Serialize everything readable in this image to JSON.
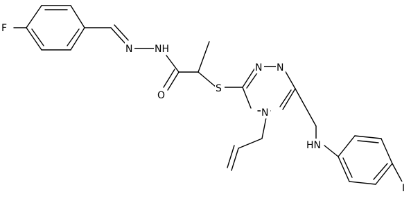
{
  "molecule": {
    "atom_labels": {
      "fluorine": "F",
      "imine_n": "N",
      "hydrazide_nh": "NH",
      "carbonyl_o": "O",
      "thioether_s": "S",
      "triazole_n1": "N",
      "triazole_n2": "N",
      "triazole_n4": "N",
      "amine_nh": "HN",
      "iodine": "I"
    }
  }
}
